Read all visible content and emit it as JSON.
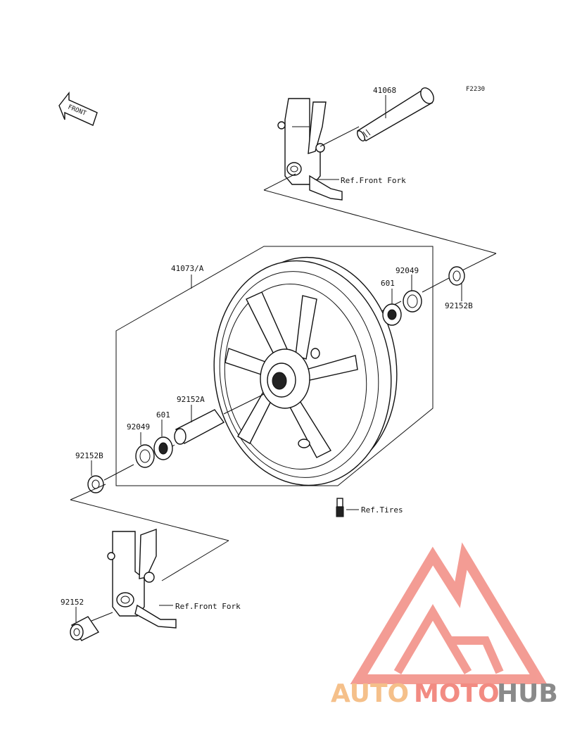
{
  "figure_code": "F2230",
  "front_arrow_label": "FRONT",
  "parts": {
    "axle": "41068",
    "ref_front_fork_right": "Ref.Front Fork",
    "wheel": "41073/A",
    "seal_right": "92049",
    "bearing_right": "601",
    "collar_right": "92152B",
    "collar_center": "92152A",
    "seal_left": "92049",
    "bearing_left": "601",
    "collar_left": "92152B",
    "ref_tires": "Ref.Tires",
    "collar_fork": "92152",
    "ref_front_fork_left": "Ref.Front Fork"
  },
  "watermark": {
    "part1": "AUTO",
    "part2": "MOTO",
    "part3": "HUB",
    "color_orange": "#f5c08a",
    "color_red": "#f28b82",
    "color_gray": "#8a8a8a"
  }
}
